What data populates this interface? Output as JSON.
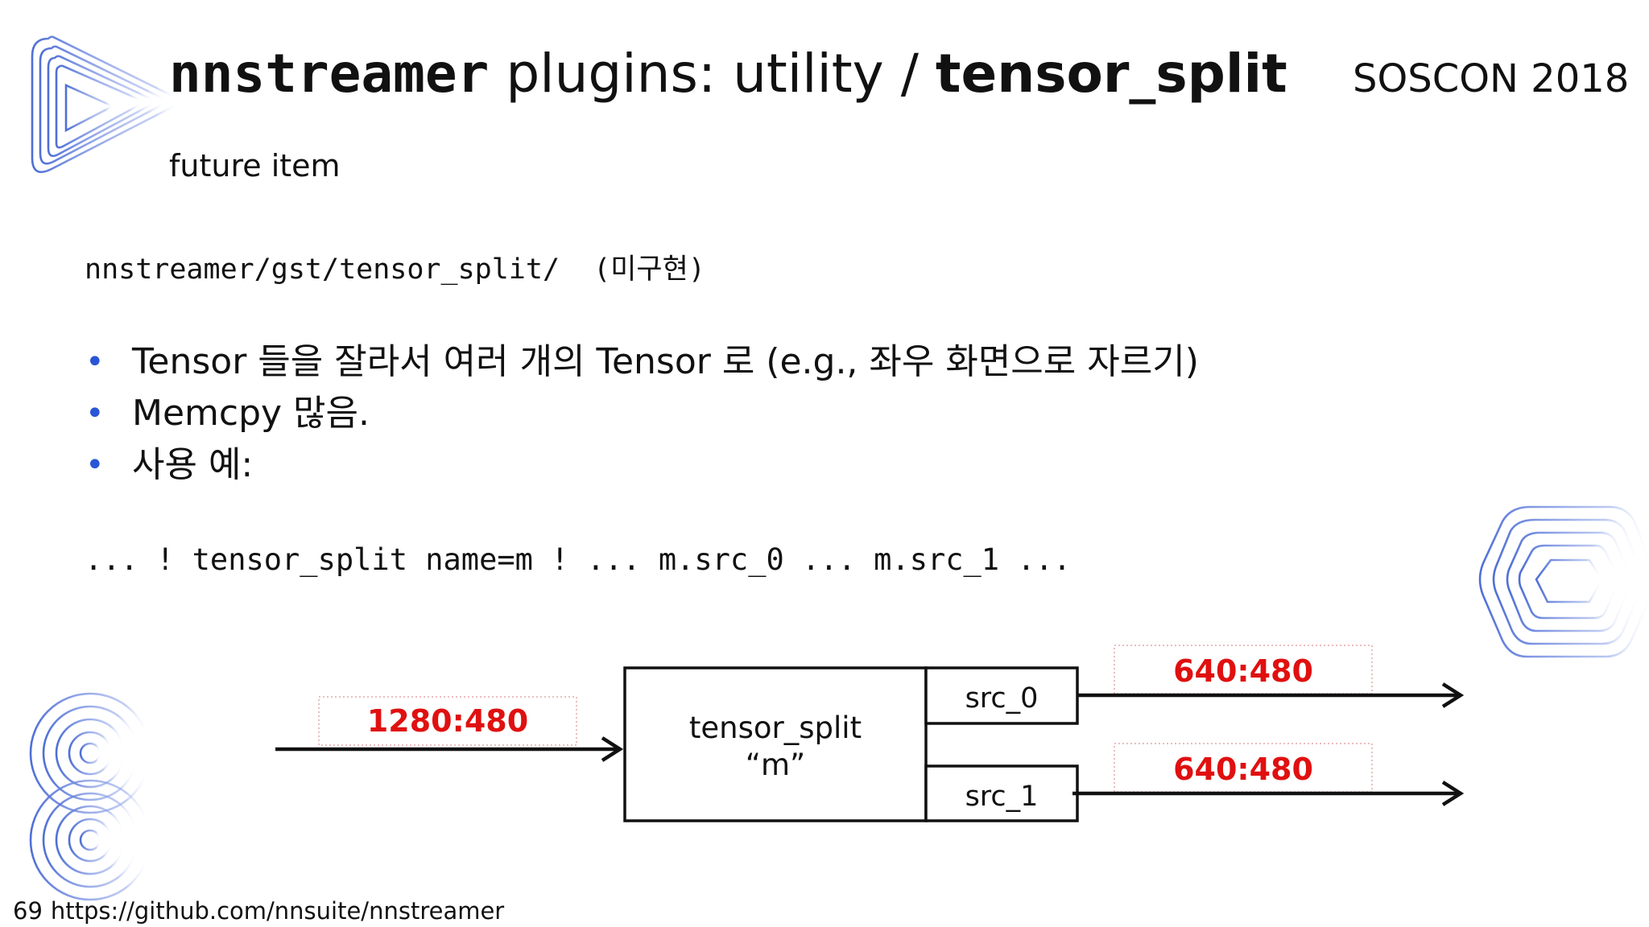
{
  "slide": {
    "title_bold_mono": "nnstreamer",
    "title_regular": " plugins: utility / ",
    "title_bold": "tensor_split",
    "event": "SOSCON 2018",
    "subtitle": "future item",
    "source_path": "nnstreamer/gst/tensor_split/  (미구현)",
    "bullets": [
      "Tensor 들을 잘라서 여러 개의 Tensor 로 (e.g., 좌우 화면으로 자르기)",
      "Memcpy 많음.",
      "사용 예:"
    ],
    "bullet_marker": "•",
    "pipeline_example": "... ! tensor_split name=m ! ... m.src_0 ... m.src_1 ...",
    "page_number": "69",
    "footer_url": "https://github.com/nnsuite/nnstreamer"
  },
  "diagram": {
    "input_label": "1280:480",
    "element_name": "tensor_split",
    "element_alias": "“m”",
    "pads": [
      "src_0",
      "src_1"
    ],
    "output_labels": [
      "640:480",
      "640:480"
    ],
    "colors": {
      "label_red": "#e01010",
      "bullet_blue": "#2a55d6",
      "logo_blue": "#5a78d8",
      "dotted_border": "#e3a8a8"
    }
  },
  "icons": {
    "top_left": "play-triangle-logo-icon",
    "right": "hexagon-rings-logo-icon",
    "bottom_left": "figure-eight-rings-logo-icon"
  }
}
